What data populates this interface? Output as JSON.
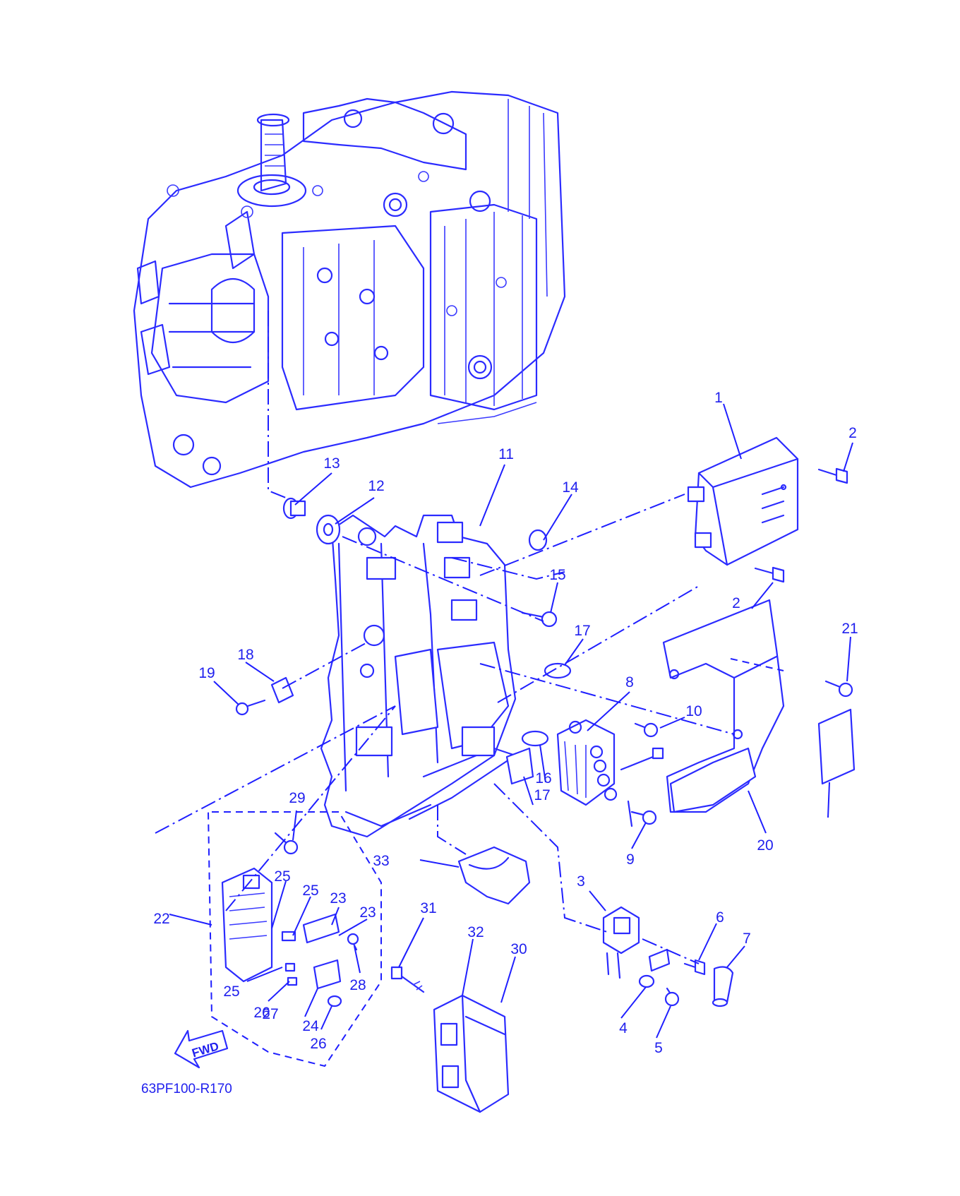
{
  "colors": {
    "line": "#2b2bff",
    "text": "#2020ee",
    "background": "#ffffff"
  },
  "direction_label": "FWD",
  "drawing_code": "63PF100-R170",
  "callouts": [
    "1",
    "2",
    "2",
    "3",
    "4",
    "5",
    "6",
    "7",
    "8",
    "9",
    "10",
    "11",
    "12",
    "13",
    "14",
    "15",
    "16",
    "17",
    "17",
    "18",
    "19",
    "20",
    "21",
    "22",
    "23",
    "23",
    "24",
    "25",
    "25",
    "25",
    "26",
    "26",
    "27",
    "28",
    "29",
    "30",
    "31",
    "32",
    "33"
  ]
}
